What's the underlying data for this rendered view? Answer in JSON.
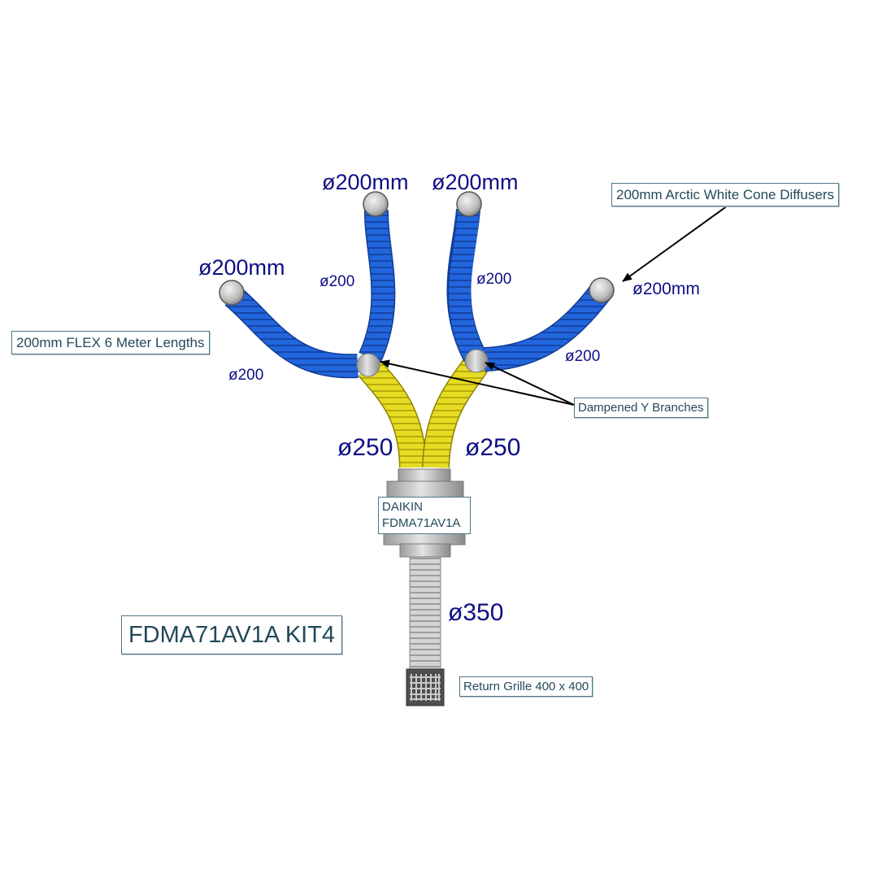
{
  "title": "FDMA71AV1A KIT4",
  "unit": {
    "brand": "DAIKIN",
    "model": "FDMA71AV1A"
  },
  "callouts": {
    "diffusers": "200mm Arctic White Cone Diffusers",
    "flex": "200mm FLEX 6 Meter Lengths",
    "y_branches": "Dampened Y Branches",
    "return_grille": "Return Grille 400 x 400"
  },
  "dimensions": {
    "outlet_1": "ø200mm",
    "outlet_2": "ø200mm",
    "outlet_3": "ø200mm",
    "outlet_4": "ø200mm",
    "duct_1": "ø200",
    "duct_2": "ø200",
    "duct_3": "ø200",
    "duct_4": "ø200",
    "branch_left": "ø250",
    "branch_right": "ø250",
    "return_duct": "ø350"
  },
  "colors": {
    "duct_200": "#1f5ed8",
    "duct_250": "#e3d51a",
    "return_duct": "#cfcfcf",
    "dimension_text": "#0e0f86",
    "callout_text": "#23495a"
  }
}
